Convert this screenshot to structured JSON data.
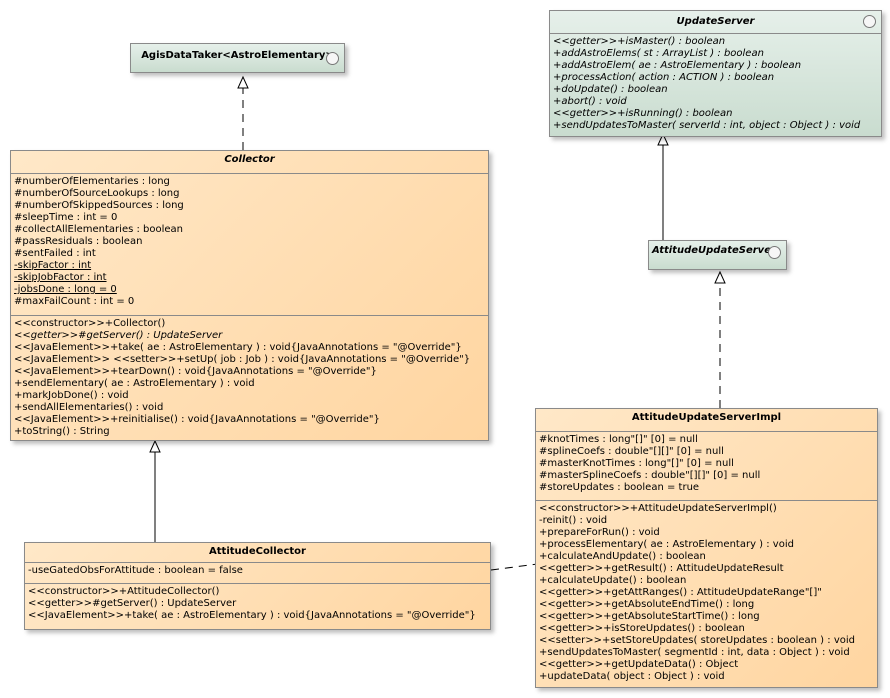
{
  "classes": {
    "agis": {
      "name": "AgisDataTaker<AstroElementary>"
    },
    "update_server": {
      "name": "UpdateServer",
      "operations": [
        "<<getter>>+isMaster() : boolean",
        "+addAstroElems( st : ArrayList ) : boolean",
        "+addAstroElem( ae : AstroElementary ) : boolean",
        "+processAction( action : ACTION ) : boolean",
        "+doUpdate() : boolean",
        "+abort() : void",
        "<<getter>>+isRunning() : boolean",
        "+sendUpdatesToMaster( serverId : int, object : Object ) : void"
      ]
    },
    "collector": {
      "name": "Collector",
      "attributes": [
        "#numberOfElementaries : long",
        "#numberOfSourceLookups : long",
        "#numberOfSkippedSources : long",
        "#sleepTime : int = 0",
        "#collectAllElementaries : boolean",
        "#passResiduals : boolean",
        "#sentFailed : int",
        "-skipFactor : int",
        "-skipJobFactor : int",
        "-jobsDone : long = 0",
        "#maxFailCount : int = 0"
      ],
      "operations": [
        "<<constructor>>+Collector()",
        "<<getter>>#getServer() : UpdateServer",
        "<<JavaElement>>+take( ae : AstroElementary ) : void{JavaAnnotations = \"@Override\"}",
        "<<JavaElement>> <<setter>>+setUp( job : Job ) : void{JavaAnnotations = \"@Override\"}",
        "<<JavaElement>>+tearDown() : void{JavaAnnotations = \"@Override\"}",
        "+sendElementary( ae : AstroElementary ) : void",
        "+markJobDone() : void",
        "+sendAllElementaries() : void",
        "<<JavaElement>>+reinitialise() : void{JavaAnnotations = \"@Override\"}",
        "+toString() : String"
      ]
    },
    "attitude_update_server": {
      "name": "AttitudeUpdateServer"
    },
    "attitude_collector": {
      "name": "AttitudeCollector",
      "attributes": [
        "-useGatedObsForAttitude : boolean = false"
      ],
      "operations": [
        "<<constructor>>+AttitudeCollector()",
        "<<getter>>#getServer() : UpdateServer",
        "<<JavaElement>>+take( ae : AstroElementary ) : void{JavaAnnotations = \"@Override\"}"
      ]
    },
    "attitude_impl": {
      "name": "AttitudeUpdateServerImpl",
      "attributes": [
        "#knotTimes : long\"[]\" [0] = null",
        "#splineCoefs : double\"[][]\" [0] = null",
        "#masterKnotTimes : long\"[]\" [0] = null",
        "#masterSplineCoefs : double\"[][]\" [0] = null",
        "#storeUpdates : boolean = true"
      ],
      "operations": [
        "<<constructor>>+AttitudeUpdateServerImpl()",
        "-reinit() : void",
        "+prepareForRun() : void",
        "+processElementary( ae : AstroElementary ) : void",
        "+calculateAndUpdate() : boolean",
        "<<getter>>+getResult() : AttitudeUpdateResult",
        "+calculateUpdate() : boolean",
        "<<getter>>+getAttRanges() : AttitudeUpdateRange\"[]\"",
        "<<getter>>+getAbsoluteEndTime() : long",
        "<<getter>>+getAbsoluteStartTime() : long",
        "<<getter>>+isStoreUpdates() : boolean",
        "<<setter>>+setStoreUpdates( storeUpdates : boolean ) : void",
        "+sendUpdatesToMaster( segmentId : int, data : Object ) : void",
        "<<getter>>+getUpdateData() : Object",
        "+updateData( object : Object ) : void"
      ]
    }
  }
}
